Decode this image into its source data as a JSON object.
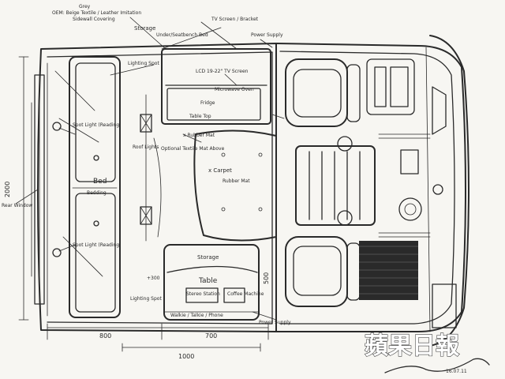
{
  "notes": {
    "top_line1": "Grey",
    "top_line2": "OEM: Beige Textile / Leather Imitation",
    "top_line3": "Sidewall Covering",
    "top_right": "TV Screen / Bracket",
    "storage_top": "Storage",
    "under_seat": "Under/Seatbench Bed",
    "power_supply_top": "Power Supply",
    "lighting_spot_top": "Lighting Spot",
    "lcd": "LCD 19-22\" TV Screen",
    "microwave": "Microwave Oven",
    "fridge": "Fridge",
    "table_top": "Table Top",
    "rubber_mat": "x Rubber Mat",
    "spot_light_top": "Spot Light (Reading)",
    "roof_lights": "Roof Lights",
    "optional_mat": "Optional Textile Mat Above",
    "carpet": "x Carpet",
    "rubber_mat_2": "Rubber Mat",
    "bed": "Bed",
    "bedding": "Bedding",
    "rear_window": "Rear Window",
    "spot_light_bottom": "Spot Light (Reading)",
    "storage_bottom": "Storage",
    "table": "Table",
    "plus300": "+300",
    "stereo": "Stereo Station",
    "coffee": "Coffee Machine",
    "lighting_spot_bottom": "Lighting Spot",
    "walkie": "Walkie / Talkie / Phone",
    "power_supply_bottom": "Power Supply"
  },
  "dimensions": {
    "height": "2000",
    "width_left": "800",
    "width_right": "700",
    "total": "1000",
    "side": "500"
  },
  "brand": {
    "logo_text": "蘋果日報",
    "signature": "",
    "date": "16.07.11"
  }
}
